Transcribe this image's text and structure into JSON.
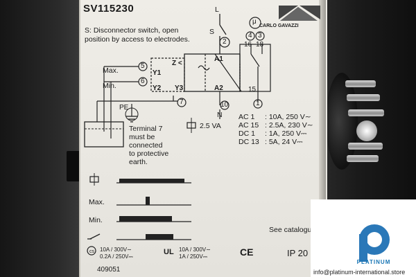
{
  "model": "SV115230",
  "brand": "CARLO GAVAZZI",
  "note_line1": "S: Disconnector switch, open",
  "note_line2": "position by access to electrodes.",
  "terminals": {
    "t1": "1",
    "t2": "2",
    "t3": "3",
    "t4": "4",
    "t5": "5",
    "t6": "6",
    "t7": "7",
    "t10": "10",
    "t15": "15",
    "t16": "16",
    "t18": "18"
  },
  "labels": {
    "L": "L",
    "S": "S",
    "A1": "A1",
    "A2": "A2",
    "N": "N",
    "Max": "Max.",
    "Min": "Min.",
    "Y1": "Y1",
    "Y2": "Y2",
    "Y3": "Y3",
    "PE": "PE",
    "Z": "Z <",
    "mu": "μ"
  },
  "terminal7_note": [
    "Terminal 7",
    "must be",
    "connected",
    "to protective",
    "earth."
  ],
  "supply": "2.5 VA",
  "ratings": [
    {
      "code": "AC 1",
      "value": ": 10A, 250 V∼"
    },
    {
      "code": "AC 15",
      "value": ": 2.5A, 230 V∼"
    },
    {
      "code": "DC 1",
      "value": ": 1A, 250 V⎓"
    },
    {
      "code": "DC 13",
      "value": ": 5A, 24 V⎓"
    }
  ],
  "timing_rows": [
    "Max.",
    "Min."
  ],
  "see_catalog": "See catalogu",
  "ip": "IP 20",
  "ce": "CE",
  "cert_left": [
    "10A / 300V∼",
    "0.2A / 250V⎓"
  ],
  "cert_right": [
    "10A / 300V∼",
    "1A / 250V⎓"
  ],
  "serial": "409051",
  "watermark": {
    "brand": "PLATINUM",
    "info": "info@platinum-international.store"
  }
}
